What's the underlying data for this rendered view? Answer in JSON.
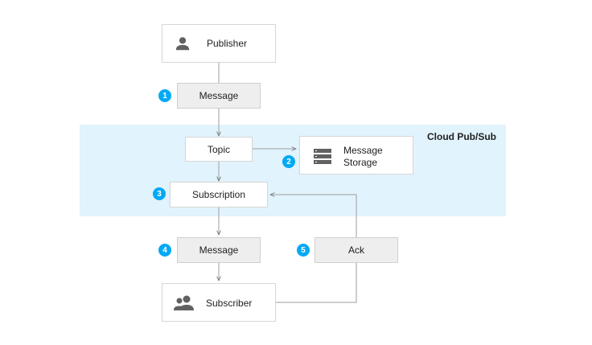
{
  "region": {
    "label": "Cloud Pub/Sub"
  },
  "nodes": {
    "publisher": "Publisher",
    "message_in": "Message",
    "topic": "Topic",
    "message_storage_line1": "Message",
    "message_storage_line2": "Storage",
    "subscription": "Subscription",
    "message_out": "Message",
    "ack": "Ack",
    "subscriber": "Subscriber"
  },
  "badges": {
    "b1": "1",
    "b2": "2",
    "b3": "3",
    "b4": "4",
    "b5": "5"
  },
  "colors": {
    "badge": "#03a9f4",
    "region": "#e1f3fc",
    "box_grey": "#eeeeee",
    "icon": "#616161",
    "edge": "#9e9e9e"
  },
  "icons": {
    "publisher": "person-icon",
    "storage": "storage-icon",
    "subscriber": "people-icon"
  }
}
